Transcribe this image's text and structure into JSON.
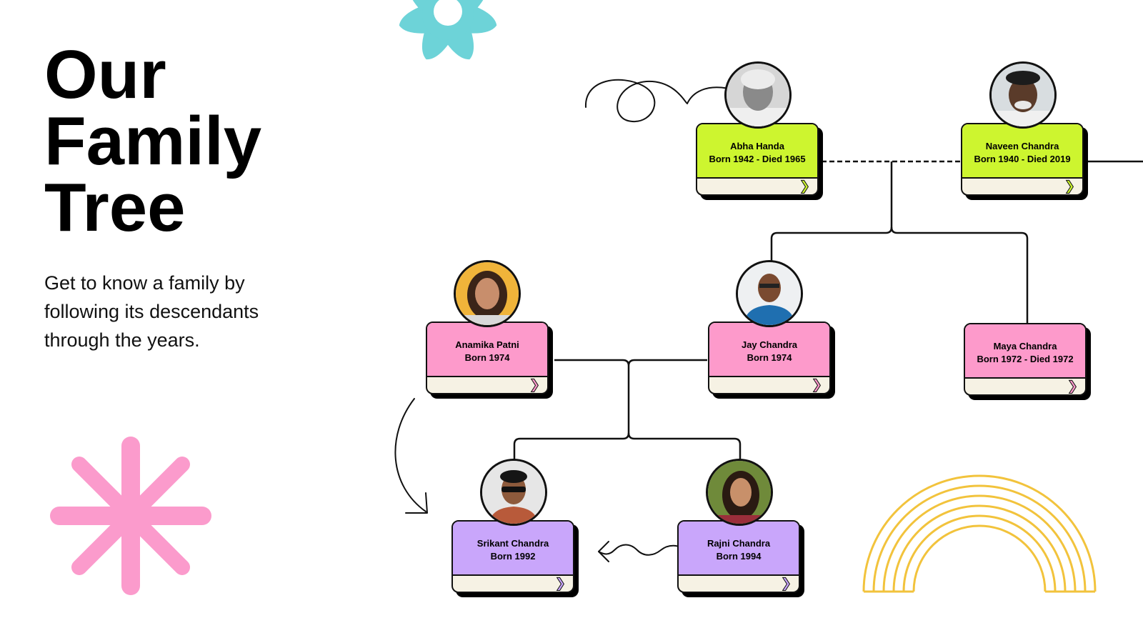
{
  "title": {
    "line1": "Our",
    "line2": "Family",
    "line3": "Tree"
  },
  "subtitle": "Get to know a family by following its descendants through the years.",
  "colors": {
    "green": "#cdf52f",
    "pink": "#fd9acb",
    "purple": "#c9a6fb",
    "card_base": "#f6f2e4",
    "teal_flower": "#6dd3d8",
    "pink_asterisk": "#fb9bcc",
    "rainbow": "#f2c33c"
  },
  "members": {
    "abha": {
      "name": "Abha Handa",
      "dates": "Born 1942 - Died 1965",
      "icon": "chevron-right-icon"
    },
    "naveen": {
      "name": "Naveen Chandra",
      "dates": "Born 1940 - Died 2019",
      "icon": "chevron-right-icon"
    },
    "anamika": {
      "name": "Anamika  Patni",
      "dates": "Born 1974",
      "icon": "chevron-right-icon"
    },
    "jay": {
      "name": "Jay Chandra",
      "dates": "Born 1974",
      "icon": "chevron-right-icon"
    },
    "maya": {
      "name": "Maya Chandra",
      "dates": "Born 1972 - Died 1972",
      "icon": "chevron-right-icon"
    },
    "srikant": {
      "name": "Srikant Chandra",
      "dates": "Born 1992",
      "icon": "chevron-right-icon"
    },
    "rajni": {
      "name": "Rajni Chandra",
      "dates": "Born 1994",
      "icon": "chevron-right-icon"
    }
  }
}
